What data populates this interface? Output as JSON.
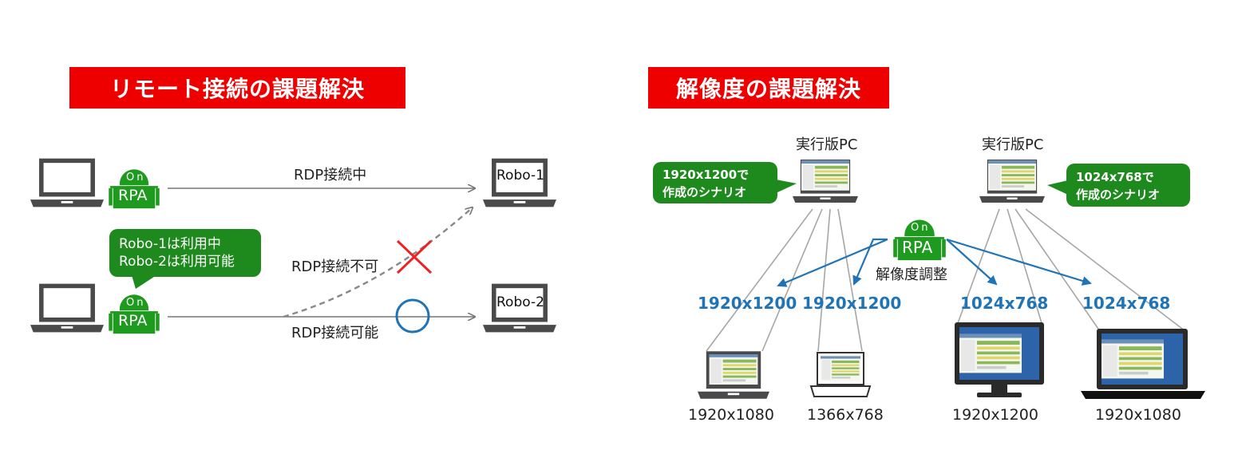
{
  "left_panel": {
    "title": "リモート接続の課題解決",
    "robots": [
      "Robo-1",
      "Robo-2"
    ],
    "edges": {
      "connected": "RDP接続中",
      "unavailable": "RDP接続不可",
      "available": "RDP接続可能"
    },
    "bubble": [
      "Robo-1は利用中",
      "Robo-2は利用可能"
    ],
    "rpa_badge": {
      "top": "On",
      "bottom": "RPA"
    }
  },
  "right_panel": {
    "title": "解像度の課題解決",
    "exec_pc_label": "実行版PC",
    "adjust_label": "解像度調整",
    "bubbles": [
      {
        "line1": "1920x1200で",
        "line2": "作成のシナリオ"
      },
      {
        "line1": "1024x768で",
        "line2": "作成のシナリオ"
      }
    ],
    "adjusted_resolutions": [
      "1920x1200",
      "1920x1200",
      "1024x768",
      "1024x768"
    ],
    "device_resolutions": [
      "1920x1080",
      "1366x768",
      "1920x1200",
      "1920x1080"
    ]
  },
  "colors": {
    "banner_red": "#ee0000",
    "bubble_green": "#1e8a1e",
    "arrow_blue": "#1f73b7",
    "cross_red": "#ee2222",
    "device_gray": "#4a4a4a"
  }
}
